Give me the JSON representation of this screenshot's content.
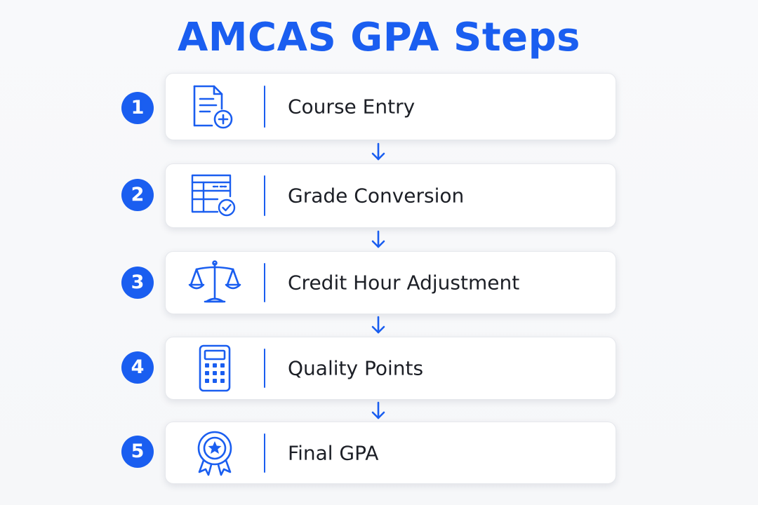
{
  "title": "AMCAS GPA Steps",
  "colors": {
    "accent": "#1a5ef0",
    "text": "#1c1f26",
    "card": "#ffffff",
    "background": "#f7f8fa"
  },
  "steps": [
    {
      "number": "1",
      "label": "Course Entry",
      "icon": "document-add-icon"
    },
    {
      "number": "2",
      "label": "Grade Conversion",
      "icon": "table-check-icon"
    },
    {
      "number": "3",
      "label": "Credit Hour Adjustment",
      "icon": "balance-scale-icon"
    },
    {
      "number": "4",
      "label": "Quality Points",
      "icon": "calculator-icon"
    },
    {
      "number": "5",
      "label": "Final GPA",
      "icon": "award-badge-icon"
    }
  ]
}
